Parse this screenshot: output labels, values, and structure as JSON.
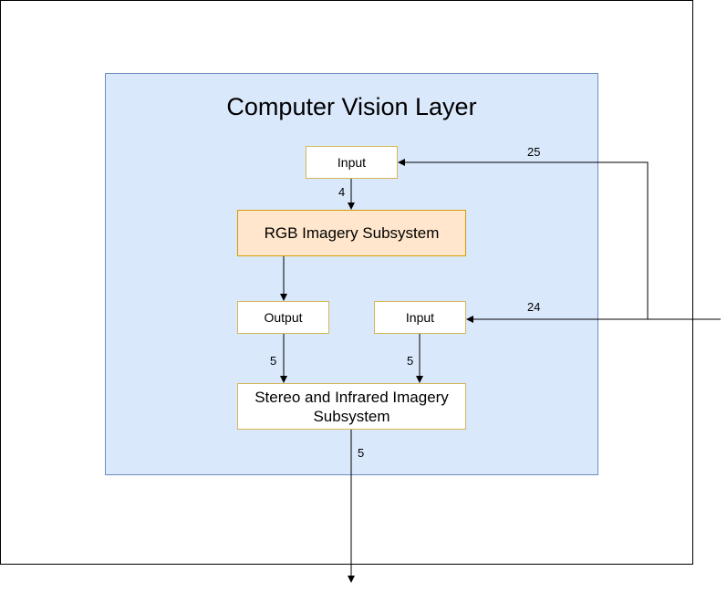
{
  "diagram": {
    "layer_title": "Computer Vision Layer",
    "nodes": {
      "input_top": "Input",
      "rgb": "RGB Imagery Subsystem",
      "output": "Output",
      "input_right": "Input",
      "stereo": "Stereo and Infrared Imagery Subsystem"
    },
    "edge_labels": {
      "input_top_to_rgb": "4",
      "external_to_input_top": "25",
      "external_to_input_right": "24",
      "output_to_stereo": "5",
      "input_right_to_stereo": "5",
      "stereo_to_external": "5"
    },
    "colors": {
      "layer_fill": "#dae8fc",
      "layer_border": "#6c8ebf",
      "rgb_fill": "#ffe6cc",
      "rgb_border": "#d79b00",
      "port_border": "#d6b656"
    }
  }
}
